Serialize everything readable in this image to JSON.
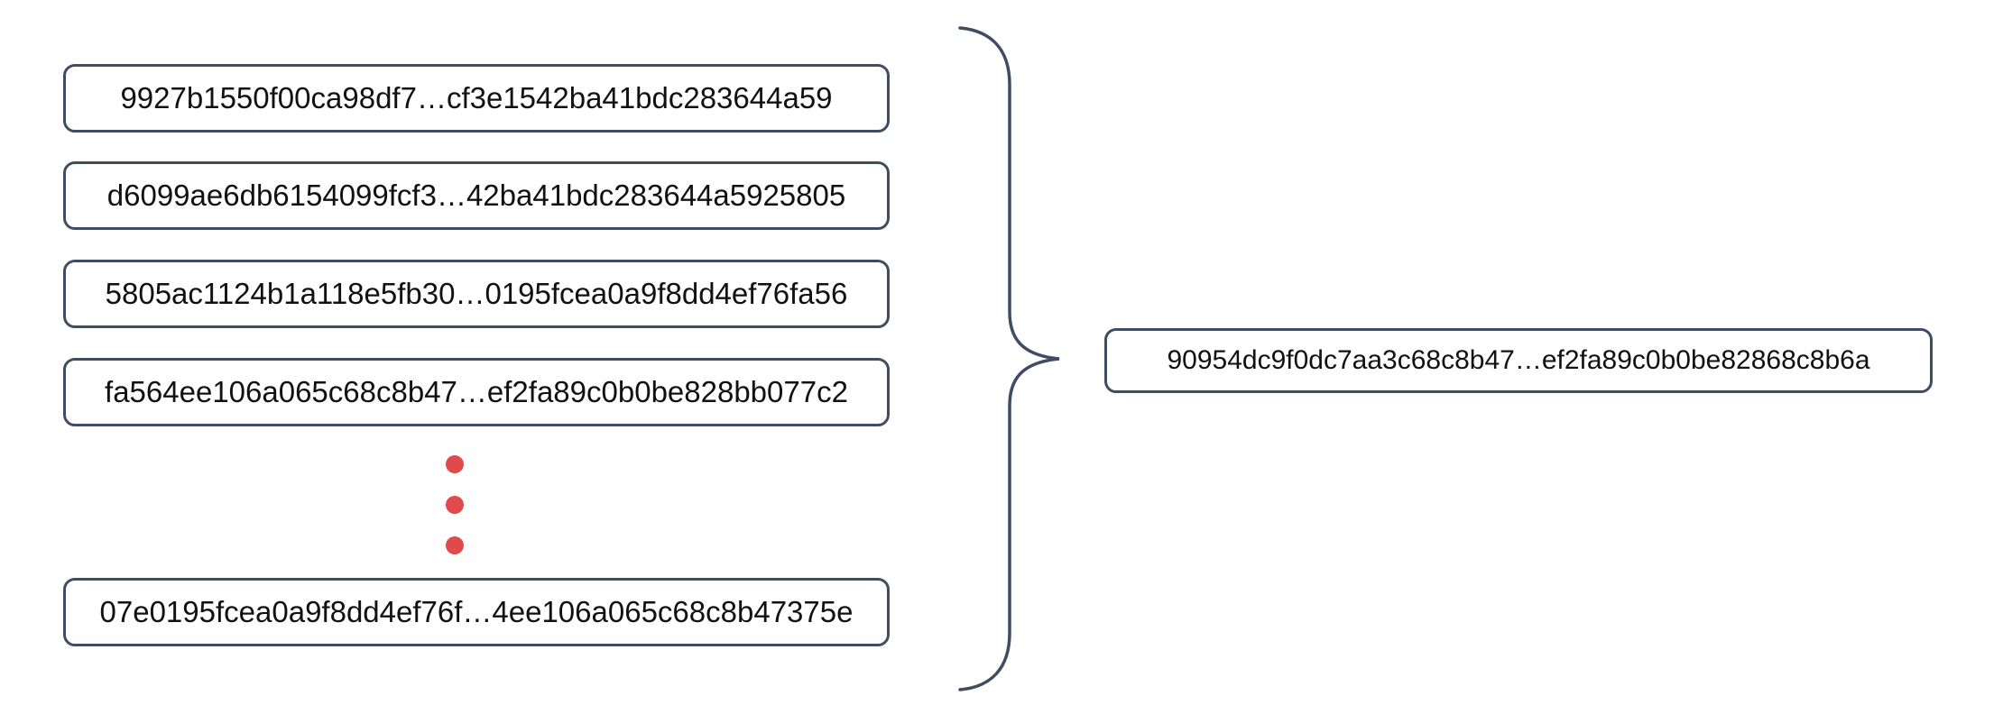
{
  "diagram": {
    "left_column": {
      "items": [
        {
          "text": "9927b1550f00ca98df7…cf3e1542ba41bdc283644a59"
        },
        {
          "text": "d6099ae6db6154099fcf3…42ba41bdc283644a5925805"
        },
        {
          "text": "5805ac1124b1a118e5fb30…0195fcea0a9f8dd4ef76fa56"
        },
        {
          "text": "fa564ee106a065c68c8b47…ef2fa89c0b0be828bb077c2"
        },
        {
          "text": "07e0195fcea0a9f8dd4ef76f…4ee106a065c68c8b47375e"
        }
      ],
      "ellipsis_dot_count": 3
    },
    "right_box": {
      "text": "90954dc9f0dc7aa3c68c8b47…ef2fa89c0b0be82868c8b6a"
    },
    "colors": {
      "box_border": "#3e4d62",
      "brace": "#3e4d62",
      "ellipsis_dot": "#e04a4a",
      "text": "#111111",
      "background": "#ffffff"
    }
  }
}
